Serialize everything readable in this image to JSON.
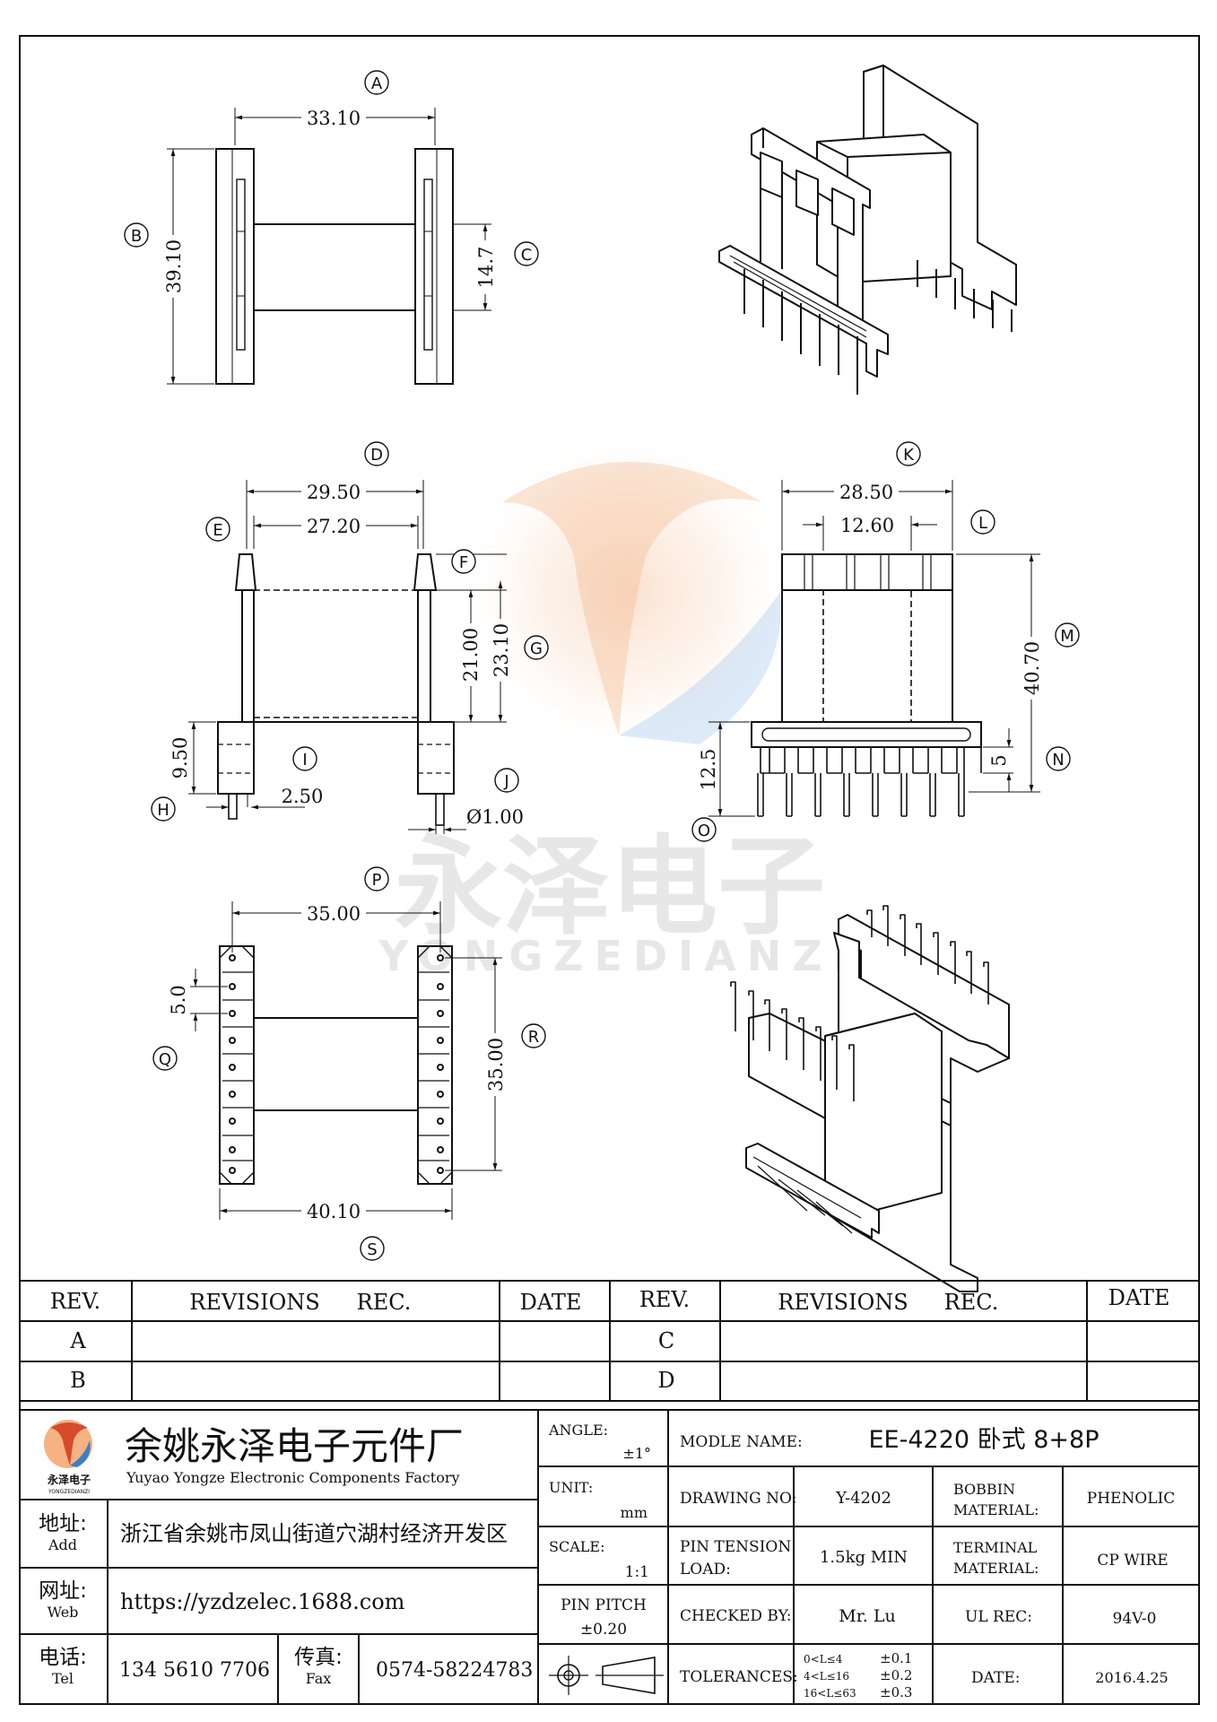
{
  "watermark": {
    "cn": "永泽电子",
    "en": "YONGZEDIANZI"
  },
  "callouts": {
    "A": "A",
    "B": "B",
    "C": "C",
    "D": "D",
    "E": "E",
    "F": "F",
    "G": "G",
    "H": "H",
    "I": "I",
    "J": "J",
    "K": "K",
    "L": "L",
    "M": "M",
    "N": "N",
    "O": "O",
    "P": "P",
    "Q": "Q",
    "R": "R",
    "S": "S"
  },
  "dimensions": {
    "top_width": "33.10",
    "top_height": "39.10",
    "top_core": "14.7",
    "side_outer": "29.50",
    "side_inner": "27.20",
    "side_h1": "21.00",
    "side_h2": "23.10",
    "side_base": "9.50",
    "pin_offset": "2.50",
    "pin_dia": "Ø1.00",
    "front_width": "28.50",
    "front_core": "12.60",
    "front_height": "40.70",
    "front_base": "12.5",
    "front_pin": "5",
    "bottom_span": "35.00",
    "bottom_pitch": "5.0",
    "bottom_rows": "35.00",
    "bottom_width": "40.10"
  },
  "revision_table": {
    "headers": [
      "REV.",
      "REVISIONS",
      "REC.",
      "DATE",
      "REV.",
      "REVISIONS",
      "REC.",
      "DATE"
    ],
    "rows": [
      [
        "A",
        "C"
      ],
      [
        "B",
        "D"
      ]
    ]
  },
  "company": {
    "logo_cn": "永泽电子",
    "logo_en": "YONGZEDIANZI",
    "name_cn": "余姚永泽电子元件厂",
    "name_en": "Yuyao Yongze Electronic Components Factory",
    "addr_label_cn": "地址:",
    "addr_label_en": "Add",
    "addr": "浙江省余姚市凤山街道穴湖村经济开发区",
    "web_label_cn": "网址:",
    "web_label_en": "Web",
    "web": "https://yzdzelec.1688.com",
    "tel_label_cn": "电话:",
    "tel_label_en": "Tel",
    "tel": "134 5610 7706",
    "fax_label_cn": "传真:",
    "fax_label_en": "Fax",
    "fax": "0574-58224783"
  },
  "title_block": {
    "angle_label": "ANGLE:",
    "angle": "±1°",
    "unit_label": "UNIT:",
    "unit": "mm",
    "scale_label": "SCALE:",
    "scale": "1:1",
    "pitch_label": "PIN PITCH",
    "pitch": "±0.20",
    "model_label": "MODLE NAME:",
    "model": "EE-4220 卧式 8+8P",
    "drawing_label": "DRAWING NO:",
    "drawing": "Y-4202",
    "bobbin_label1": "BOBBIN",
    "bobbin_label2": "MATERIAL:",
    "bobbin": "PHENOLIC",
    "tension_label1": "PIN TENSION",
    "tension_label2": "LOAD:",
    "tension": "1.5kg MIN",
    "terminal_label1": "TERMINAL",
    "terminal_label2": "MATERIAL:",
    "terminal": "CP WIRE",
    "checked_label": "CHECKED BY:",
    "checked": "Mr. Lu",
    "ul_label": "UL REC:",
    "ul": "94V-0",
    "tol_label": "TOLERANCES:",
    "tol_r1a": "0<L≤4",
    "tol_r1b": "±0.1",
    "tol_r2a": "4<L≤16",
    "tol_r2b": "±0.2",
    "tol_r3a": "16<L≤63",
    "tol_r3b": "±0.3",
    "date_label": "DATE:",
    "date": "2016.4.25"
  }
}
